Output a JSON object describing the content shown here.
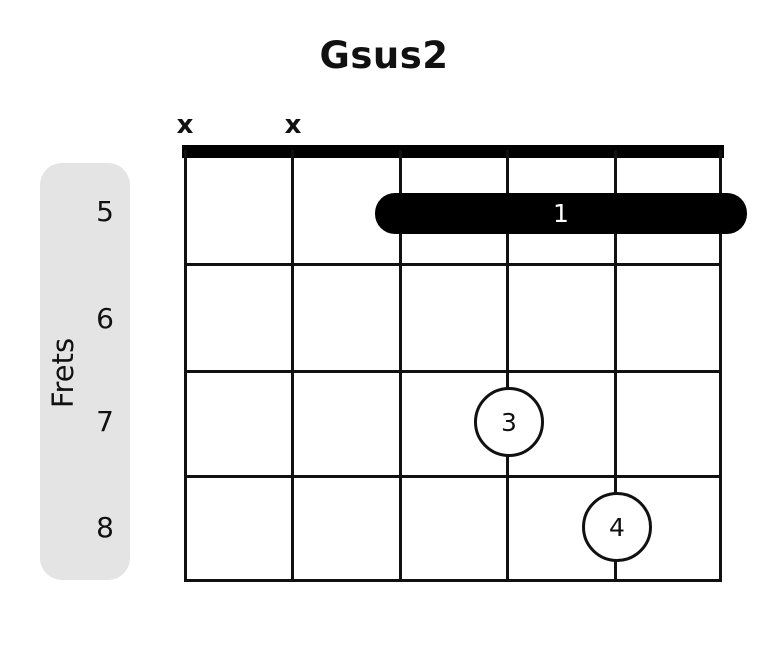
{
  "chord": {
    "name": "Gsus2",
    "instrument": "guitar",
    "string_count": 6,
    "starting_fret": 5,
    "frets_label": "Frets",
    "fret_numbers": [
      "5",
      "6",
      "7",
      "8"
    ],
    "string_markers": [
      {
        "string": 1,
        "symbol": "x",
        "meaning": "muted"
      },
      {
        "string": 2,
        "symbol": "x",
        "meaning": "muted"
      }
    ],
    "barres": [
      {
        "finger": "1",
        "fret": 5,
        "from_string": 3,
        "to_string": 6,
        "color": "#000000",
        "label_color": "#ffffff"
      }
    ],
    "fingerings": [
      {
        "finger": "3",
        "fret": 7,
        "string": 4
      },
      {
        "finger": "4",
        "fret": 8,
        "string": 5
      }
    ]
  },
  "theme": {
    "background": "#ffffff",
    "ink": "#111111",
    "sidebar_background": "#e4e4e4",
    "dot_fill": "#ffffff"
  }
}
